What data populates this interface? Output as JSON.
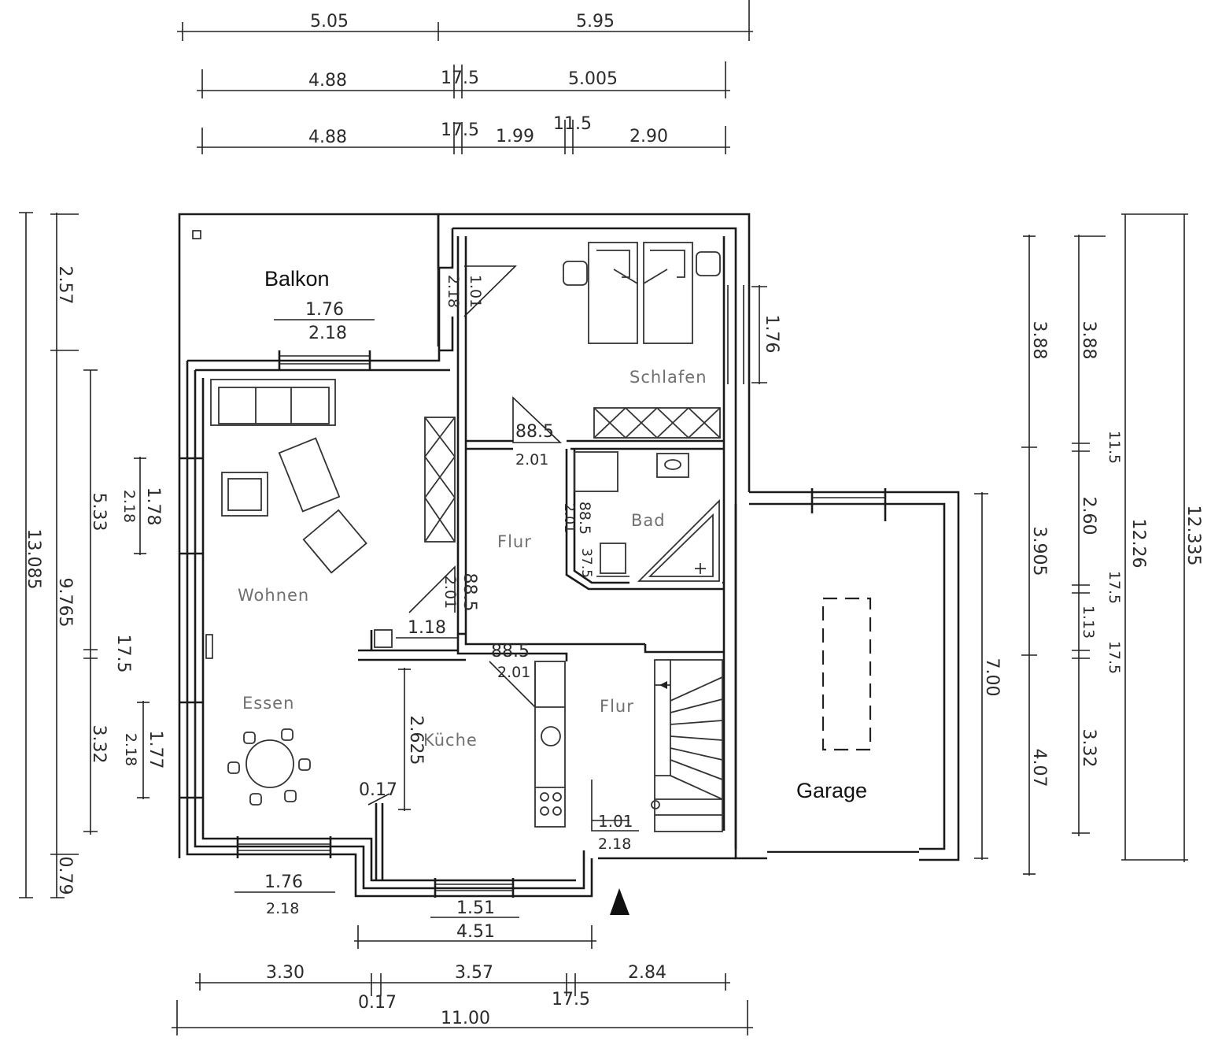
{
  "labels": {
    "balkon": "Balkon",
    "garage": "Garage"
  },
  "rooms": {
    "schlafen": "Schlafen",
    "bad": "Bad",
    "flur_upper": "Flur",
    "flur_lower": "Flur",
    "wohnen": "Wohnen",
    "essen": "Essen",
    "kueche": "Küche"
  },
  "dimensions": {
    "top": {
      "row1": [
        "5.05",
        "5.95"
      ],
      "row2": [
        "4.88",
        "17.5",
        "5.005"
      ],
      "row3": [
        "4.88",
        "17.5",
        "1.99",
        "11.5",
        "2.90"
      ]
    },
    "bottom": {
      "window_width": "1.51",
      "kitchen_width": "4.51",
      "row1": [
        "3.30",
        "3.57",
        "2.84"
      ],
      "row1_small": [
        "0.17",
        "17.5"
      ],
      "total": "11.00"
    },
    "left": {
      "outer": "13.085",
      "seg1": "2.57",
      "seg2": "9.765",
      "seg3": "0.79",
      "inner1": "5.33",
      "inner_small": "17.5",
      "inner2": "3.32",
      "win1_a": "1.78",
      "win1_b": "2.18",
      "win2_a": "1.77",
      "win2_b": "2.18"
    },
    "right": {
      "outer": "12.335",
      "inner": "12.26",
      "col1": [
        "3.88",
        "3.905",
        "4.07"
      ],
      "col2": [
        "3.88",
        "11.5",
        "2.60",
        "17.5",
        "1.13",
        "17.5",
        "3.32"
      ],
      "garage_depth": "7.00",
      "window_schlafen": "1.76"
    },
    "interior": {
      "balkon_win_a": "1.76",
      "balkon_win_b": "2.18",
      "door_balkon_a": "1.01",
      "door_balkon_b": "2.18",
      "door_schlafen_a": "88.5",
      "door_schlafen_b": "2.01",
      "door_bad_a": "88.5",
      "door_bad_b": "2.01",
      "bad_small": "37.5",
      "door_wohnen_a": "88.5",
      "door_wohnen_b": "2.01",
      "wall_118": "1.18",
      "door_kueche_a": "88.5",
      "door_kueche_b": "2.01",
      "kueche_depth": "2.625",
      "wall_017": "0.17",
      "door_entry_a": "1.01",
      "door_entry_b": "2.18",
      "win_essen_a": "1.76",
      "win_essen_b": "2.18"
    }
  }
}
